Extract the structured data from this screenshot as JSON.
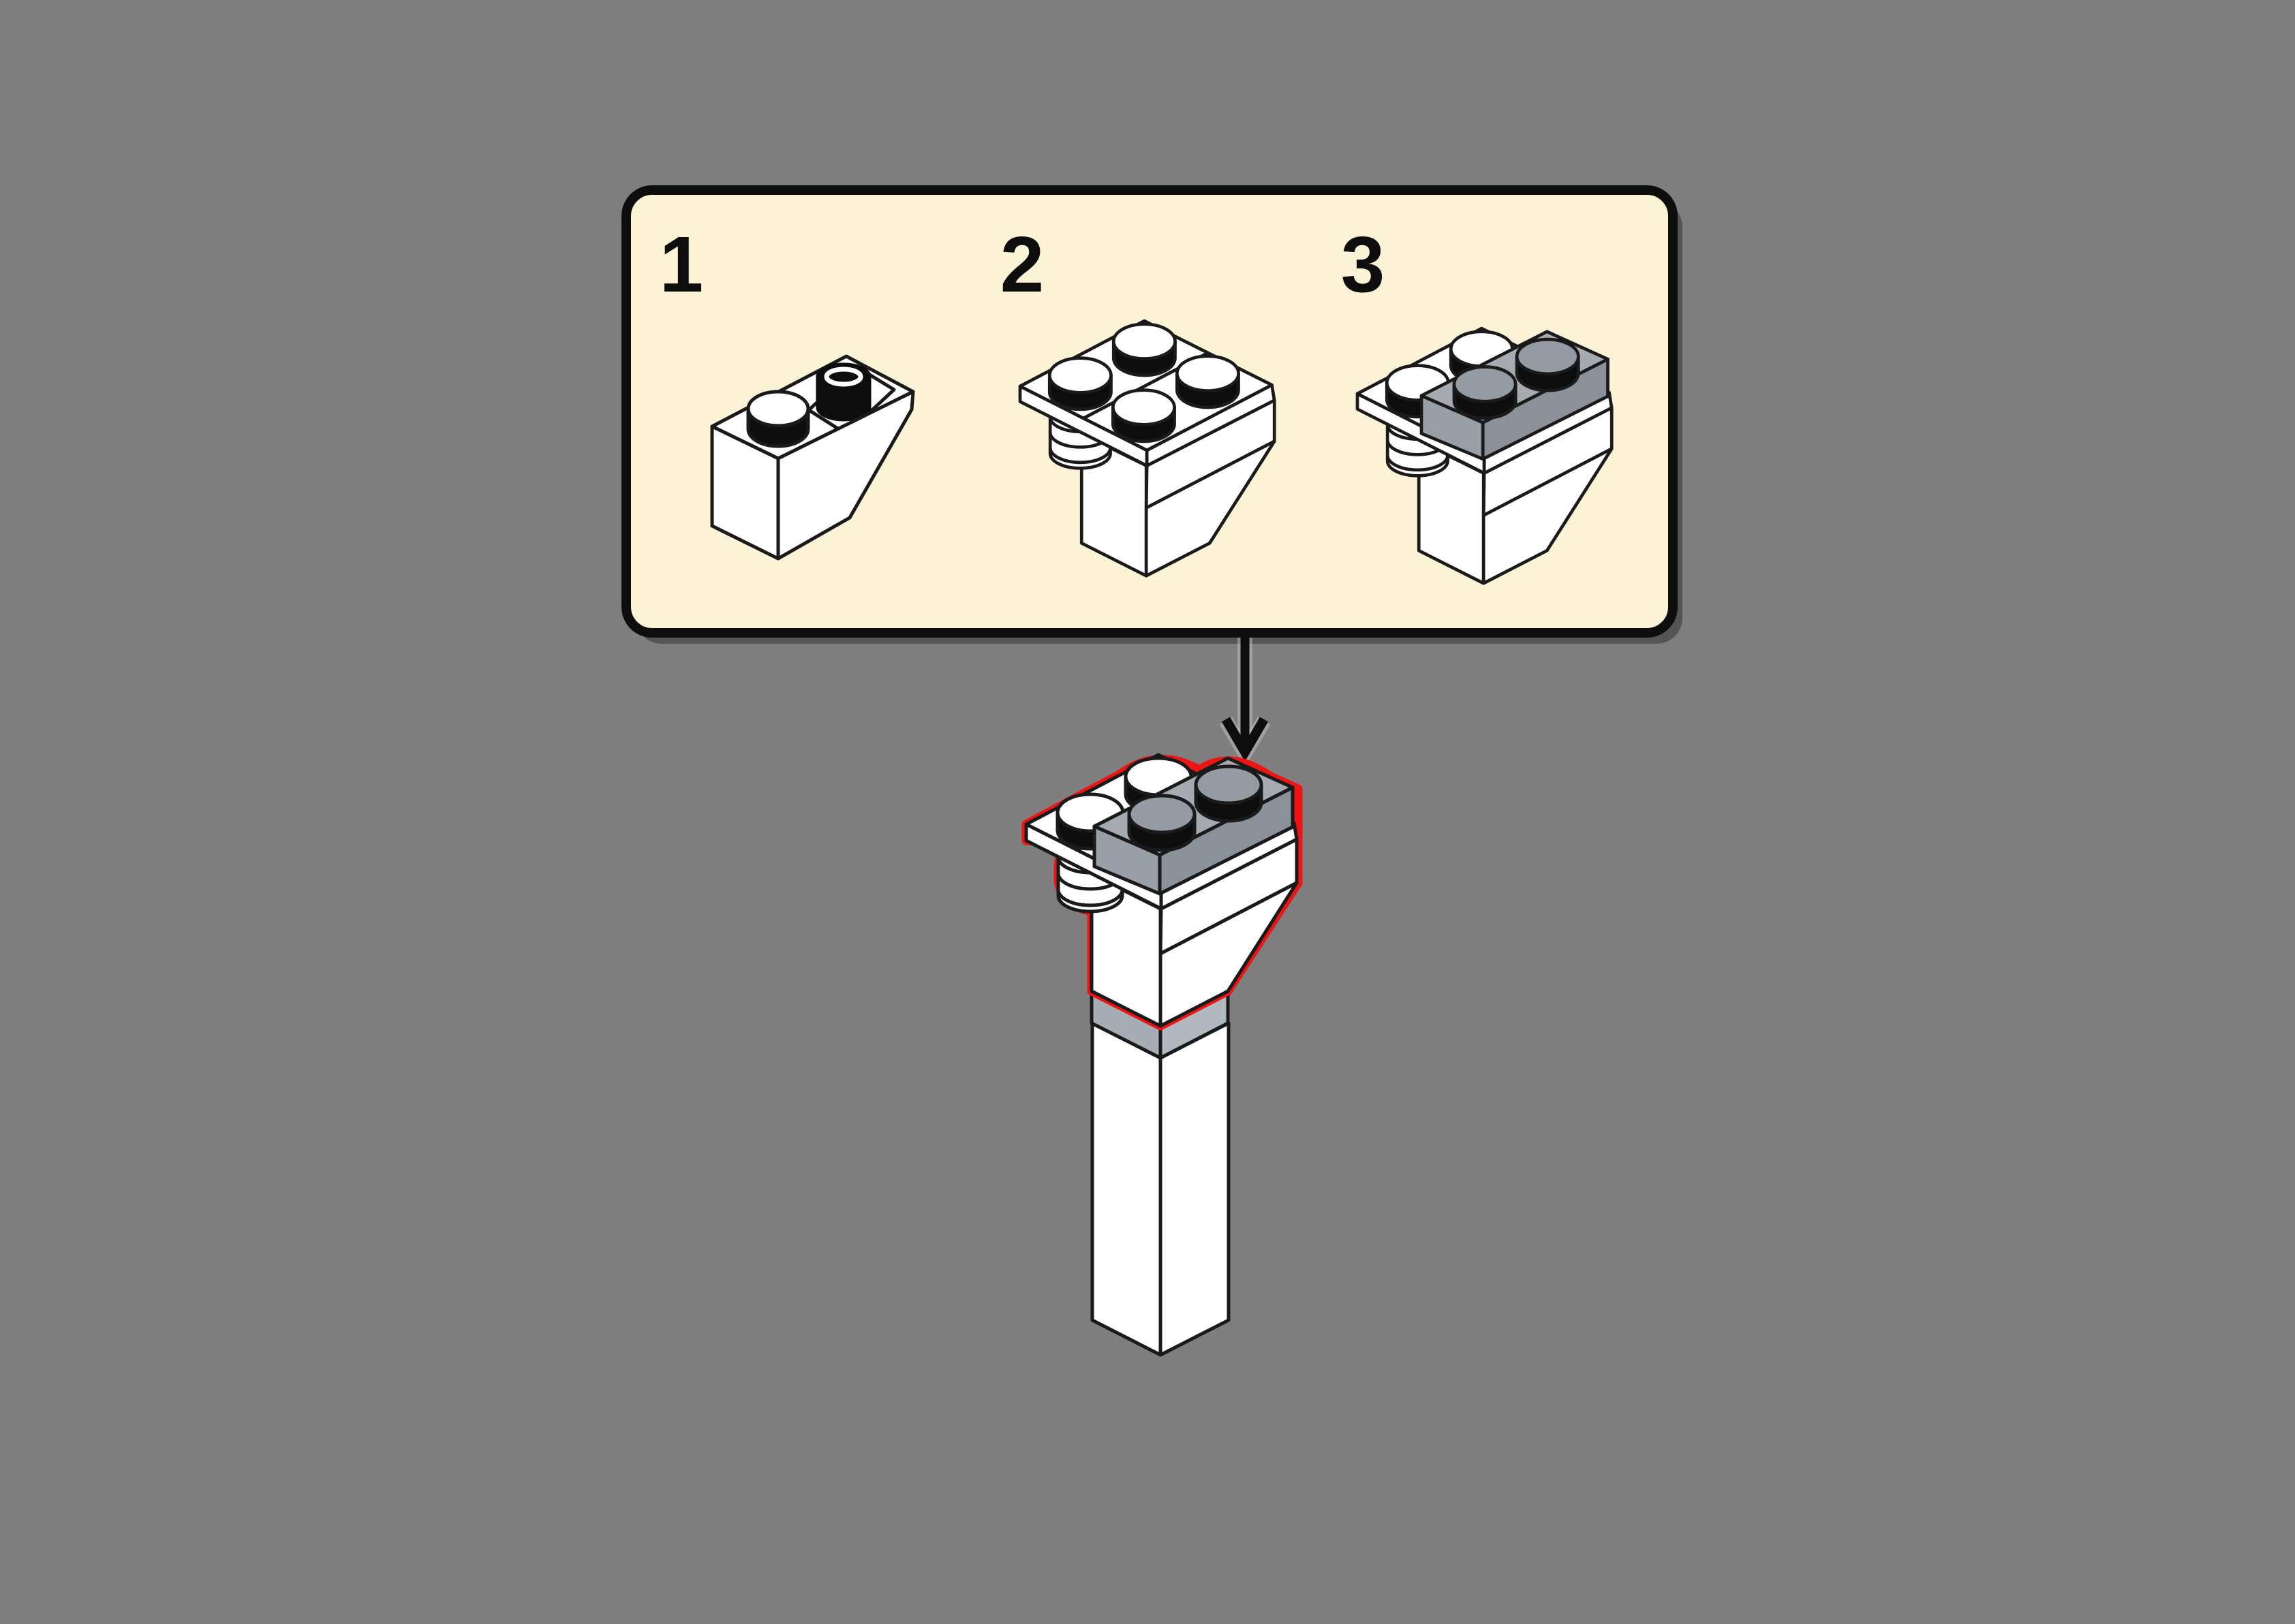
{
  "scene": {
    "background_color": "#7e7e7e",
    "kind": "lego-building-instruction-diagram"
  },
  "panel": {
    "fill": "#fcf3d7",
    "border_color": "#0d0d0d",
    "steps": [
      {
        "label": "1",
        "alt": "white 1x2 inverted slope brick with one stud and one black open stud"
      },
      {
        "label": "2",
        "alt": "slope brick with white 2x2 plate and stacked round plates added"
      },
      {
        "label": "3",
        "alt": "same assembly with gray 1x2 brick placed on top"
      }
    ]
  },
  "arrow": {
    "icon": "arrow-down-icon",
    "direction": "down",
    "color": "#0d0d0d"
  },
  "model": {
    "alt": "step-3 assembly highlighted in red, mounted on tall white column",
    "highlight_color": "#ee1414",
    "band_color": "#adb3bb"
  },
  "colors": {
    "brick_white": "#ffffff",
    "outline": "#1a1a1a",
    "stud_shadow": "#0d0d0d",
    "gray_top": "#a6abb1",
    "gray_left": "#999fa7",
    "gray_front": "#8b9199",
    "gray_stud": "#959ba3"
  }
}
